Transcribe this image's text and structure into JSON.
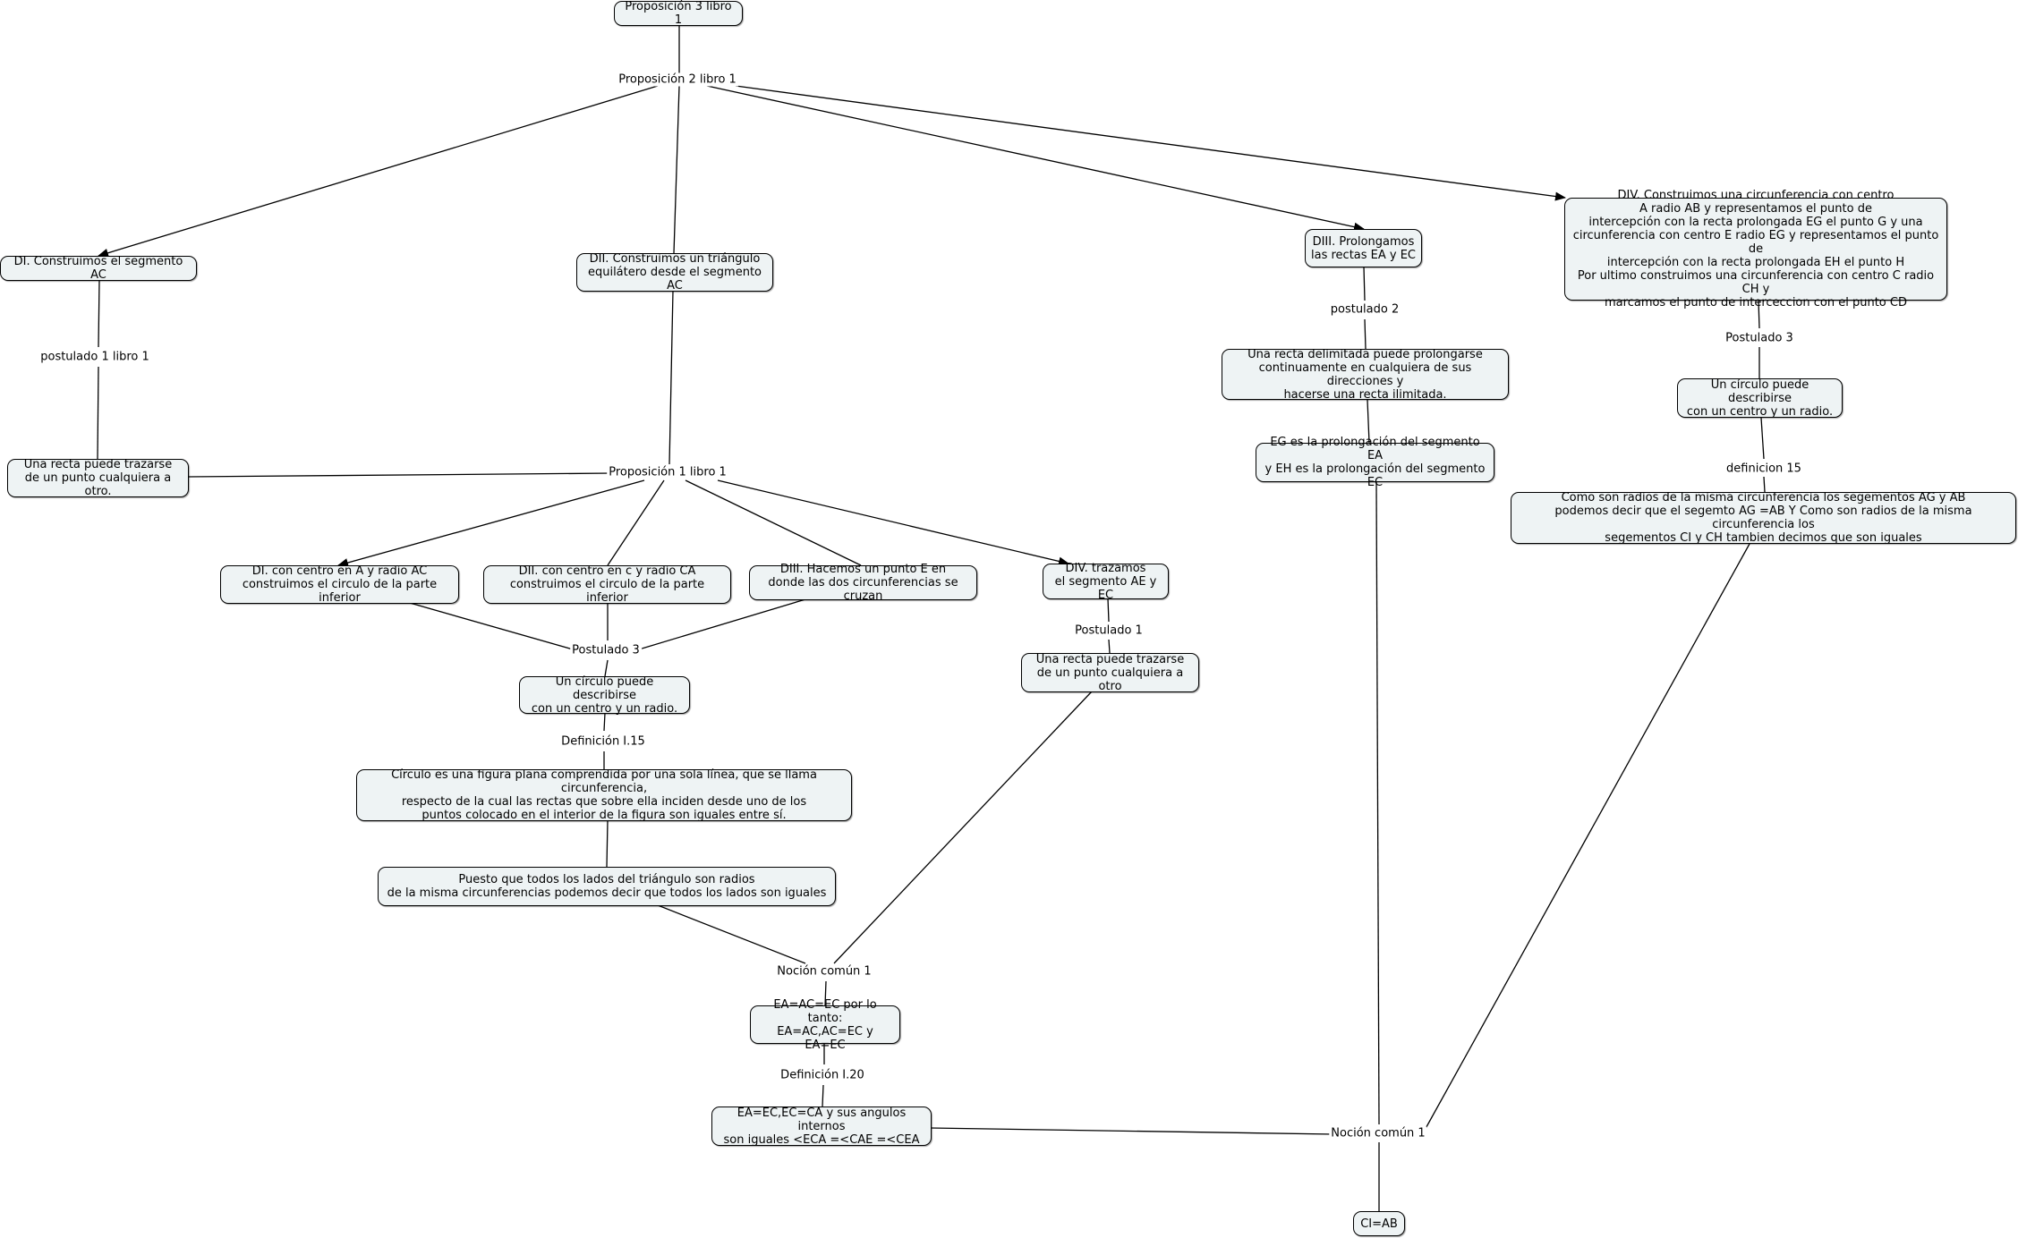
{
  "colors": {
    "concept_fill": "#eef3f4",
    "line": "#000000",
    "background": "#ffffff"
  },
  "concepts": {
    "prop3": "Proposición 3 libro 1",
    "di_seg": "DI. Construimos el segmento AC",
    "dii_tri": "DII. Construimos un triángulo\nequilátero desde el segmento AC",
    "diii_prol": "DIII. Prolongamos\nlas rectas EA y EC",
    "div_circ": "DIV. Construimos una circunferencia con centro\nA radio AB y representamos el punto de\nintercepción con la recta prolongada EG el punto G y una\ncircunferencia con centro E radio EG y representamos el punto de\nintercepción con la recta prolongada EH el punto H\nPor ultimo construimos una circunferencia con centro C radio CH  y\nmarcamos el punto de interceccion con el punto  CD",
    "recta_ab": "Una recta puede trazarse\nde un punto cualquiera a otro.",
    "recta_delim": "Una recta delimitada puede prolongarse\ncontinuamente en cualquiera de sus direcciones y\nhacerse una recta ilimitada.",
    "eg_prol": "EG es la prolongación del segmento EA\ny EH es la prolongación del segmento EC",
    "circ_right": "Un círculo puede describirse\ncon un centro y un radio.",
    "radios_ag": "Como son radios de la misma circunferencia los segementos AG y AB\npodemos decir que el segemto AG =AB Y  Como son radios de la misma circunferencia los\nsegementos CI y  CH tambien decimos que son iguales",
    "di_centro_a": "DI. con centro en A y radio AC\nconstruimos el circulo de la parte inferior",
    "dii_centro_c": "DII.  con centro en c y radio CA\nconstruimos el circulo de la parte inferior",
    "diii_punto_e": "DIII. Hacemos un punto E en\ndonde las dos circunferencias se cruzan",
    "div_trazamos": "DIV. trazamos\nel segmento AE y EC",
    "circ_mid": "Un círculo puede describirse\ncon un centro y un radio.",
    "recta_ae": "Una recta puede trazarse\nde un punto cualquiera a otro",
    "circulo_def": "Círculo es una figura plana comprendida por una sola línea, que se llama circunferencia,\nrespecto de la cual las rectas que sobre ella inciden desde uno de los\npuntos colocado en el interior de la figura son iguales entre sí.",
    "puesto": "Puesto que todos los lados del triángulo son radios\nde la misma circunferencias podemos decir que todos los lados son iguales",
    "ea_ac": "EA=AC=EC por lo tanto:\nEA=AC,AC=EC y EA=EC",
    "ea_ec": "EA=EC,EC=CA y sus angulos internos\nson iguales <ECA =<CAE =<CEA",
    "ci_ab": "CI=AB"
  },
  "phrases": {
    "prop2": "Proposición 2 libro 1",
    "post1_l1": "postulado 1 libro 1",
    "post2": "postulado 2",
    "post3_r": "Postulado 3",
    "def15": "definicion 15",
    "prop1": "Proposición 1 libro 1",
    "post3_m": "Postulado 3",
    "post1": "Postulado 1",
    "defI15": "Definición I.15",
    "noc1_a": "Noción común 1",
    "defI20": "Definición I.20",
    "noc1_b": "Noción común 1"
  }
}
